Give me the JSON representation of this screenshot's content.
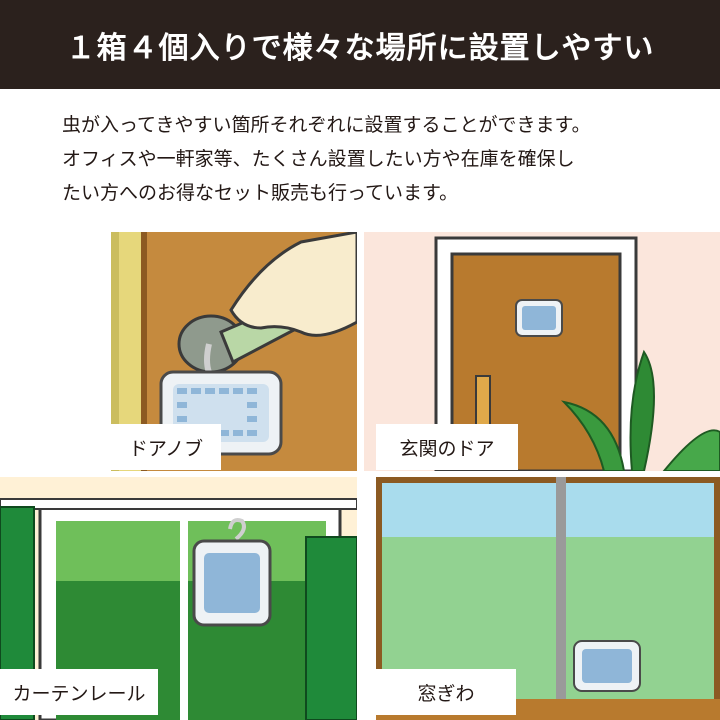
{
  "header": {
    "title": "１箱４個入りで様々な場所に設置しやすい"
  },
  "intro": {
    "lines": [
      "虫が入ってきやすい箇所それぞれに設置することができます。",
      "オフィスや一軒家等、たくさん設置したい方や在庫を確保し",
      "たい方へのお得なセット販売も行っています。"
    ]
  },
  "panels": {
    "doorknob": {
      "label": "ドアノブ"
    },
    "front_door": {
      "label": "玄関のドア"
    },
    "curtain_rail": {
      "label": "カーテンレール"
    },
    "window": {
      "label": "窓ぎわ"
    }
  },
  "colors": {
    "header_bg": "#2b211d",
    "door_wood": "#c58a3e",
    "wall_yellow": "#e6d77b",
    "curtain_green": "#1f8a3a",
    "sky": "#a9dced",
    "product_blue": "#8fb6d8"
  },
  "icons": [
    "hand",
    "door-knob",
    "repellent-device",
    "door",
    "plant",
    "curtain",
    "window"
  ]
}
